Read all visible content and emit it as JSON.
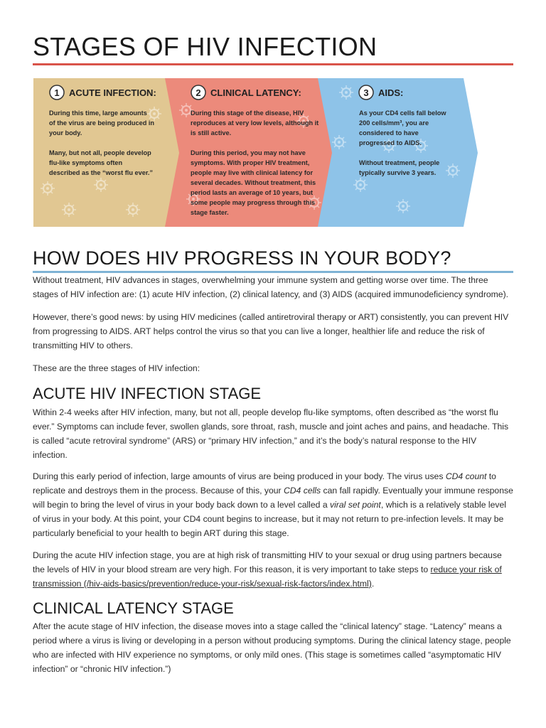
{
  "title": "STAGES OF HIV INFECTION",
  "infographic": {
    "stage1": {
      "number": "1",
      "heading": "ACUTE INFECTION:",
      "lines": [
        "During this time, large amounts",
        "of the virus are being produced in",
        "your body.",
        "",
        "Many, but not all, people develop",
        "flu-like symptoms often",
        "described as the “worst flu ever.”"
      ],
      "color": "#e1c792"
    },
    "stage2": {
      "number": "2",
      "heading": "CLINICAL LATENCY:",
      "lines": [
        "During this stage of the disease, HIV",
        "reproduces at very low levels, although it",
        "is still active.",
        "",
        "During this period, you may not have",
        "symptoms. With proper HIV treatment,",
        "people may live with clinical latency for",
        "several decades. Without treatment, this",
        "period lasts an average of 10 years, but",
        "some people may progress through this",
        "stage faster."
      ],
      "color": "#ec8a7b"
    },
    "stage3": {
      "number": "3",
      "heading": "AIDS:",
      "lines": [
        "As your CD4 cells fall below",
        "200 cells/mm³, you are",
        "considered to have",
        "progressed to AIDS.",
        "",
        "Without treatment, people",
        "typically survive 3 years."
      ],
      "color": "#8ec3e8"
    }
  },
  "section1": {
    "heading": "HOW DOES HIV PROGRESS IN YOUR BODY?",
    "p1": "Without treatment, HIV advances in stages, overwhelming your immune system and getting worse over time. The three stages of HIV infection are: (1) acute HIV infection, (2) clinical latency, and (3) AIDS (acquired immunodeficiency syndrome).",
    "p2": "However, there’s good news: by using HIV medicines (called antiretroviral therapy or ART) consistently, you can prevent HIV from progressing to AIDS. ART helps control the virus so that you can live a longer, healthier life and reduce the risk of transmitting HIV to others.",
    "p3": "These are the three stages of HIV infection:"
  },
  "acute": {
    "heading": "ACUTE HIV INFECTION STAGE",
    "p1": "Within 2-4 weeks after HIV infection, many, but not all, people develop flu-like symptoms, often described as “the worst flu ever.” Symptoms can include fever, swollen glands, sore throat, rash, muscle and joint aches and pains, and headache. This is called “acute retroviral syndrome” (ARS) or “primary HIV infection,” and it’s the body’s natural response to the HIV infection.",
    "p2_a": "During this early period of infection, large amounts of virus are being produced in your body. The virus uses ",
    "p2_em1": "CD4 count",
    "p2_b": " to replicate and destroys them in the process. Because of this, your ",
    "p2_em2": "CD4 cells",
    "p2_c": " can fall rapidly. Eventually your immune response will begin to bring the level of virus in your body back down to a level called a ",
    "p2_em3": "viral set point",
    "p2_d": ", which is a relatively stable level of virus in your body. At this point, your CD4 count begins to increase, but it may not return to pre-infection levels. It may be particularly beneficial to your health to begin ART during this stage.",
    "p3_a": "During the acute HIV infection stage, you are at high risk of transmitting HIV to your sexual or drug using partners because the levels of HIV in your blood stream are very high. For this reason, it is very important to take steps to ",
    "p3_link": "reduce your risk of transmission (/hiv-aids-basics/prevention/reduce-your-risk/sexual-risk-factors/index.html)",
    "p3_b": "."
  },
  "latency": {
    "heading": "CLINICAL LATENCY STAGE",
    "p1": "After the acute stage of HIV infection, the disease moves into a stage called the “clinical latency” stage. “Latency” means a period where a virus is living or developing in a person without producing symptoms. During the clinical latency stage, people who are infected with HIV experience no symptoms, or only mild ones. (This stage is sometimes called “asymptomatic HIV infection” or “chronic HIV infection.”)"
  }
}
